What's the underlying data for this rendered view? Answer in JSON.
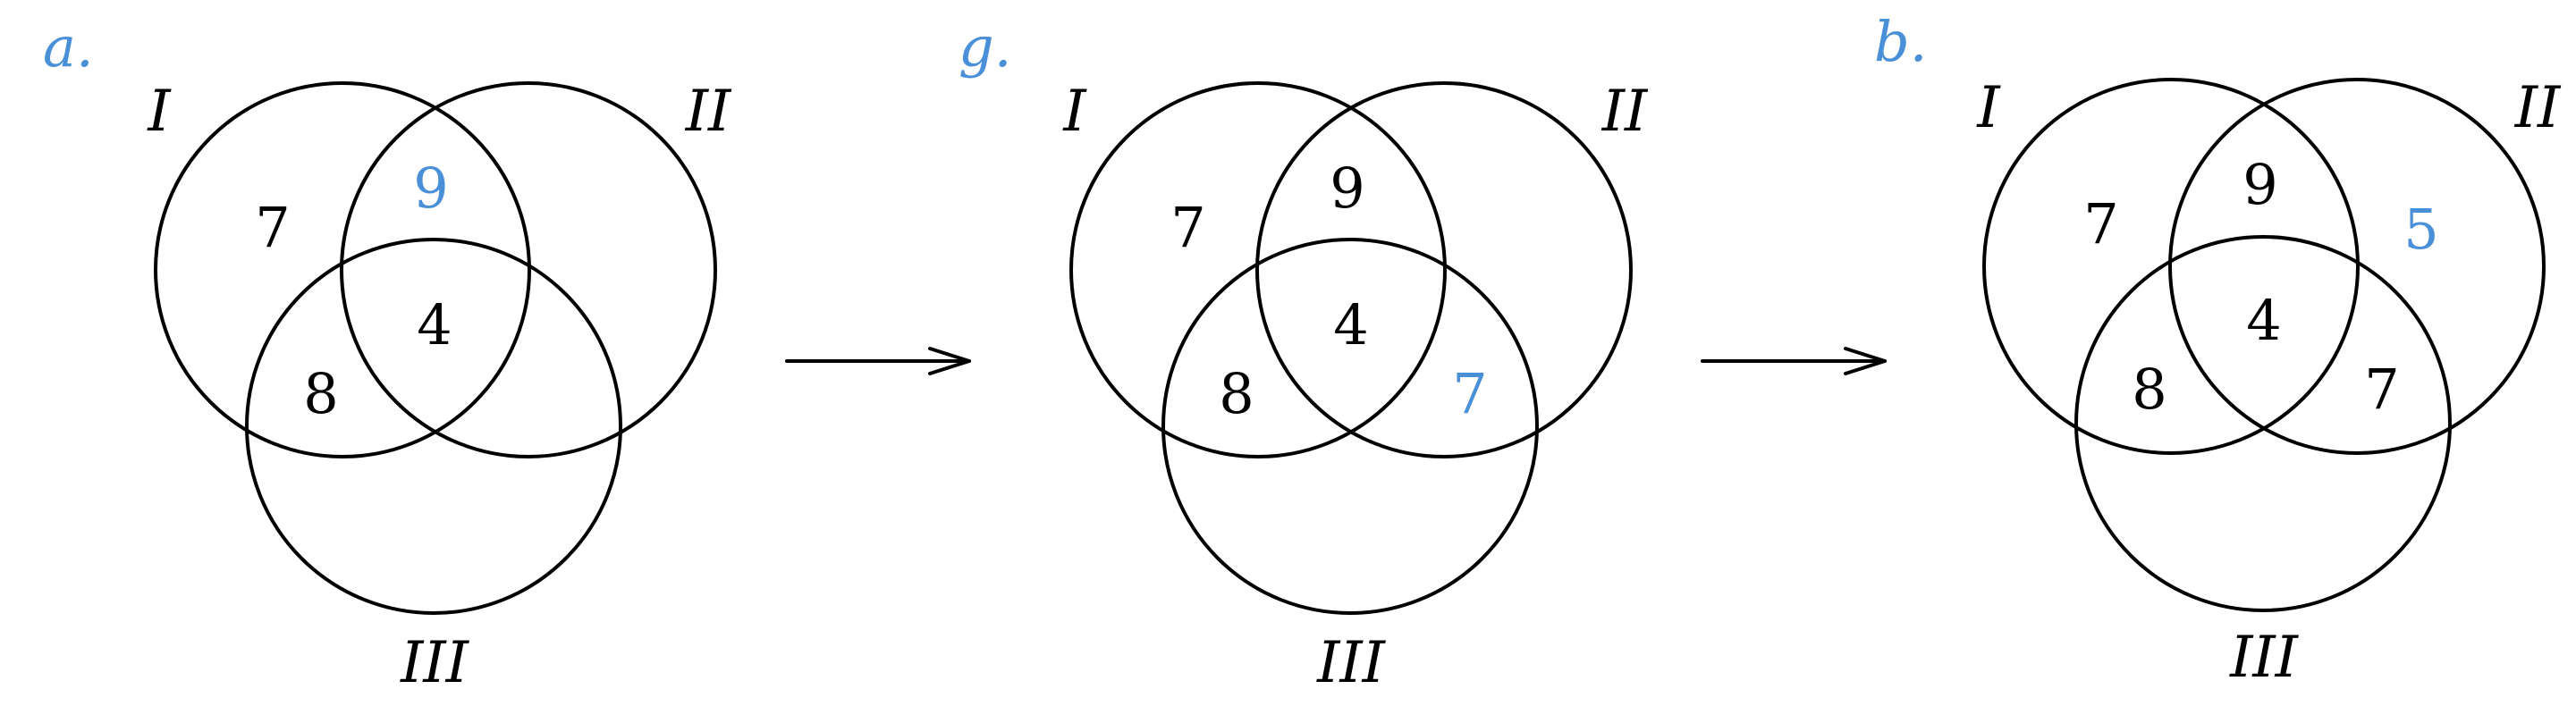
{
  "colors": {
    "stroke": "#000000",
    "highlight": "#4a90d9",
    "background": "#ffffff"
  },
  "panels": [
    {
      "letter": "a.",
      "set_labels": {
        "I": "I",
        "II": "II",
        "III": "III"
      },
      "regions": {
        "I_only": {
          "value": "7",
          "highlight": false
        },
        "I_II": {
          "value": "9",
          "highlight": true
        },
        "center": {
          "value": "4",
          "highlight": false
        },
        "I_III": {
          "value": "8",
          "highlight": false
        }
      }
    },
    {
      "letter": "g.",
      "set_labels": {
        "I": "I",
        "II": "II",
        "III": "III"
      },
      "regions": {
        "I_only": {
          "value": "7",
          "highlight": false
        },
        "I_II": {
          "value": "9",
          "highlight": false
        },
        "center": {
          "value": "4",
          "highlight": false
        },
        "I_III": {
          "value": "8",
          "highlight": false
        },
        "II_III": {
          "value": "7",
          "highlight": true
        }
      }
    },
    {
      "letter": "b.",
      "set_labels": {
        "I": "I",
        "II": "II",
        "III": "III"
      },
      "regions": {
        "I_only": {
          "value": "7",
          "highlight": false
        },
        "I_II": {
          "value": "9",
          "highlight": false
        },
        "II_only": {
          "value": "5",
          "highlight": true
        },
        "center": {
          "value": "4",
          "highlight": false
        },
        "I_III": {
          "value": "8",
          "highlight": false
        },
        "II_III": {
          "value": "7",
          "highlight": false
        }
      }
    }
  ],
  "arrows": [
    {
      "icon": "arrow-right-icon"
    },
    {
      "icon": "arrow-right-icon"
    }
  ]
}
